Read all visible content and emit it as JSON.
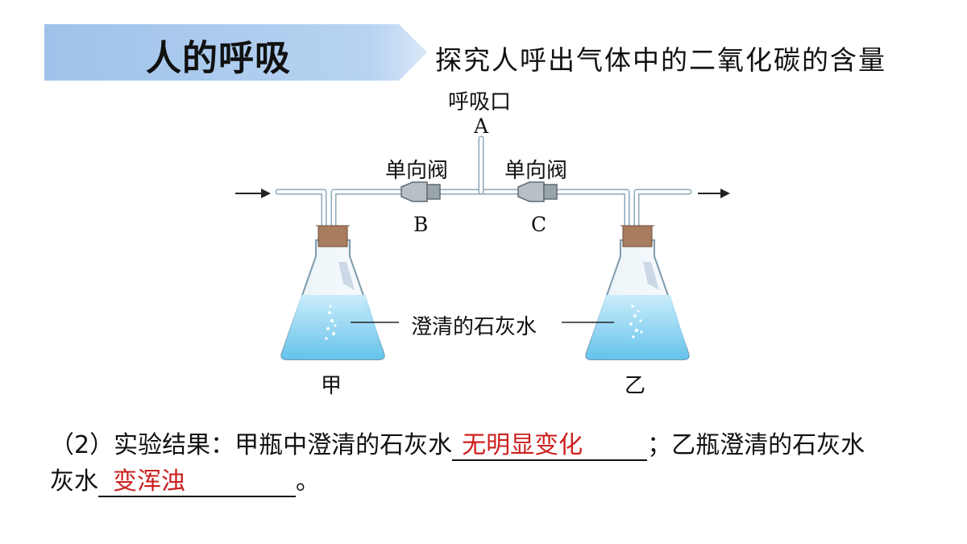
{
  "header": {
    "banner_title": "人的呼吸",
    "subtitle": "探究人呼出气体中的二氧化碳的含量"
  },
  "diagram": {
    "mouthpiece_label": "呼吸口",
    "point_a": "A",
    "valve_left_label": "单向阀",
    "valve_right_label": "单向阀",
    "point_b": "B",
    "point_c": "C",
    "solution_label": "澄清的石灰水",
    "flask_left_label": "甲",
    "flask_right_label": "乙"
  },
  "result": {
    "prefix": "（2）实验结果：甲瓶中澄清的石灰水",
    "answer1": "无明显变化",
    "middle": "；乙瓶澄清的石灰水",
    "answer2": "变浑浊",
    "suffix": "。"
  },
  "colors": {
    "banner": "#a9c8ec",
    "answer": "#cc1f1f",
    "liquid": "#7fcdee",
    "cork": "#a87c5f"
  }
}
